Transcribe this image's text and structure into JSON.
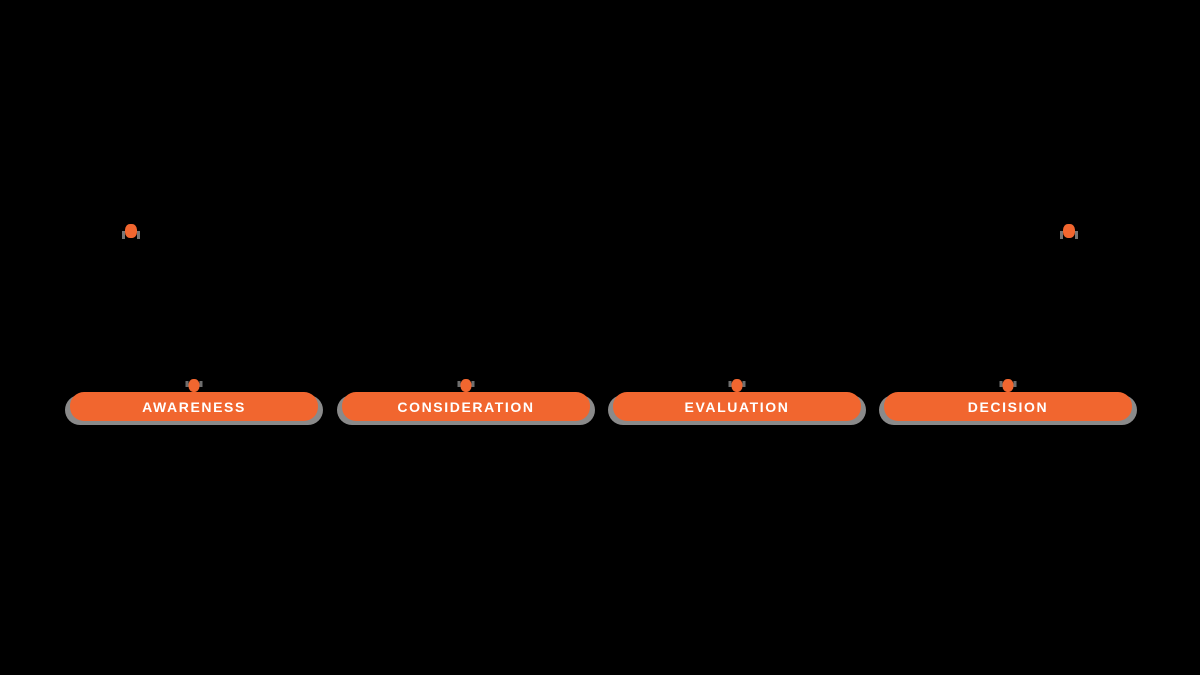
{
  "canvas": {
    "background_color": "#000000",
    "accent_color": "#F1662F",
    "shadow_color": "#8A8A8A",
    "label_text_color": "#FFFFFF"
  },
  "journey": {
    "start_marker_icon": "orange-marker-icon",
    "end_marker_icon": "orange-marker-icon",
    "stage_pin_icon": "pin-icon",
    "stages": [
      {
        "label": "AWARENESS"
      },
      {
        "label": "CONSIDERATION"
      },
      {
        "label": "EVALUATION"
      },
      {
        "label": "DECISION"
      }
    ]
  }
}
